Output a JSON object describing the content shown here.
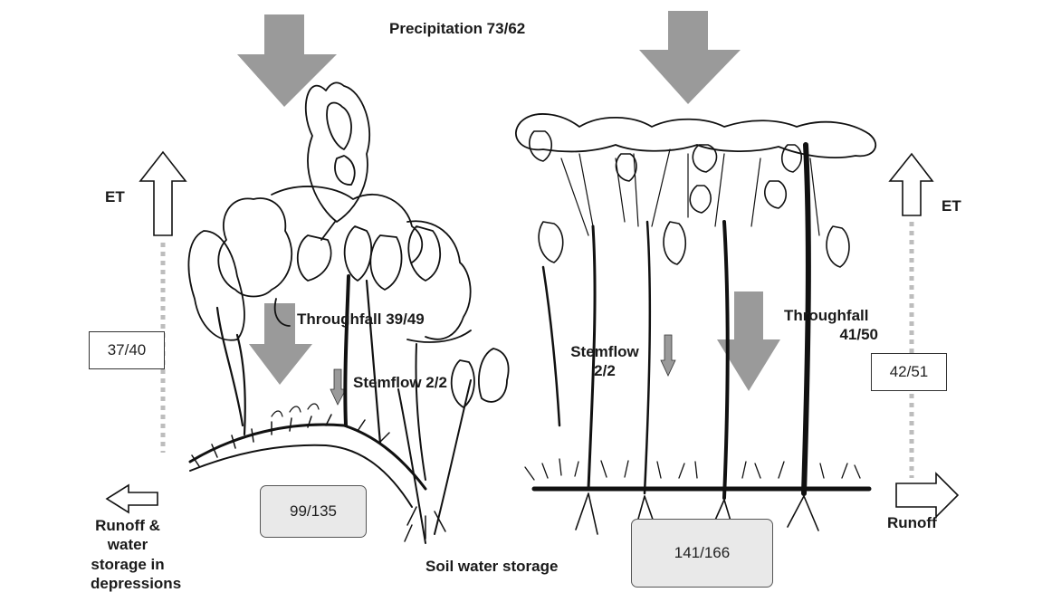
{
  "labels": {
    "precipitation": "Precipitation 73/62",
    "et_left": "ET",
    "et_right": "ET",
    "throughfall_left": "Throughfall 39/49",
    "stemflow_left": "Stemflow 2/2",
    "stemflow_right_line1": "Stemflow",
    "stemflow_right_line2": "2/2",
    "throughfall_right_line1": "Throughfall",
    "throughfall_right_line2": "41/50",
    "runoff_left_line1": "Runoff &",
    "runoff_left_line2": "water",
    "runoff_left_line3": "storage in",
    "runoff_left_line4": "depressions",
    "runoff_right": "Runoff",
    "soil_water_storage": "Soil water storage"
  },
  "values": {
    "et_left": "37/40",
    "et_right": "42/51",
    "soil_left": "99/135",
    "soil_right": "141/166"
  },
  "colors": {
    "arrow_fill": "#9a9a9a",
    "soil_box": "#e9e9e9",
    "ink": "#111111",
    "dotted_line": "#bdbdbd"
  }
}
